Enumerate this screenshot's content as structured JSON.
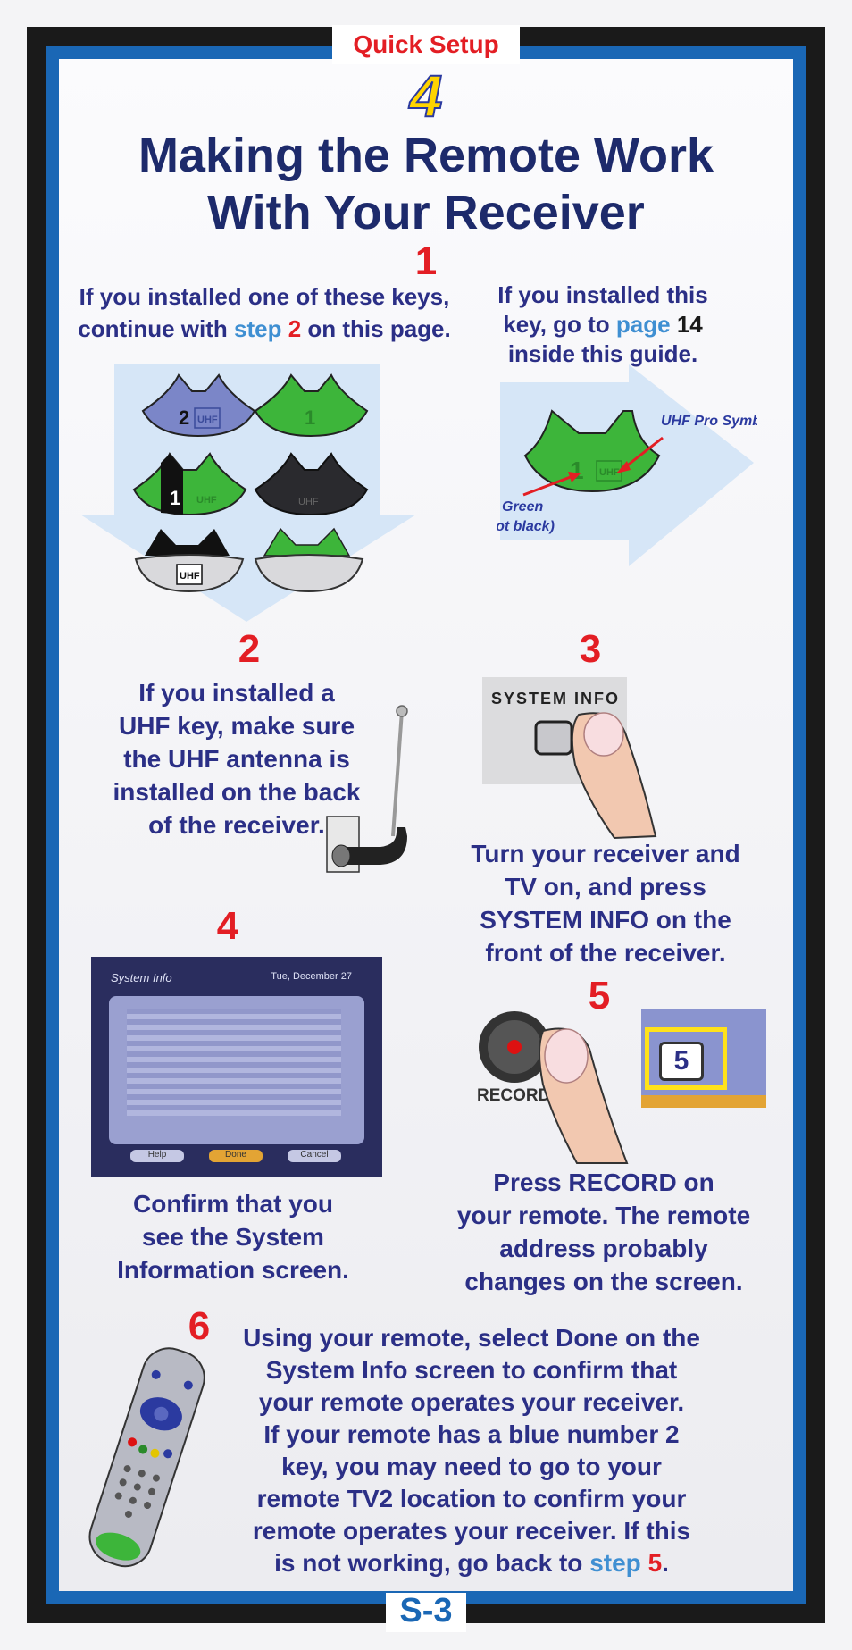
{
  "header": {
    "tab_label": "Quick Setup",
    "step_number": "4",
    "title_line1": "Making the Remote Work",
    "title_line2": "With Your Receiver"
  },
  "step1": {
    "number": "1",
    "left_text_a": "If you installed one of these keys,",
    "left_text_b": "continue with ",
    "left_link_word": "step",
    "left_link_num": "2",
    "left_text_c": " on this page.",
    "right_text_a": "If you installed this",
    "right_text_b": "key, go to ",
    "right_link_word": "page",
    "right_link_num": "14",
    "right_text_c": "inside this guide.",
    "uhf_pro_label": "UHF Pro Symbol",
    "green_label_1": "Green",
    "green_label_2": "(not black)",
    "key_digits": [
      "2",
      "1",
      "1"
    ],
    "key_uhf_text": "UHF"
  },
  "step2": {
    "number": "2",
    "text": [
      "If you installed a",
      "UHF key, make sure",
      "the UHF antenna is",
      "installed on the back",
      "of the receiver."
    ]
  },
  "step3": {
    "number": "3",
    "button_label": "SYSTEM INFO",
    "text": [
      "Turn your receiver and",
      "TV on, and press",
      "SYSTEM INFO on the",
      "front of the receiver."
    ]
  },
  "step4": {
    "number": "4",
    "screen_title": "System Info",
    "screen_date": "Tue, December 27",
    "screen_buttons": [
      "Help",
      "Done",
      "Cancel"
    ],
    "text": [
      "Confirm that you",
      "see the System",
      "Information screen."
    ]
  },
  "step5": {
    "number": "5",
    "record_label": "RECORD",
    "address_digit": "5",
    "text": [
      "Press RECORD on",
      "your remote. The remote",
      "address probably",
      "changes on the screen."
    ]
  },
  "step6": {
    "number": "6",
    "text": [
      "Using your remote, select Done on the",
      "System Info screen to confirm that",
      "your remote operates your receiver.",
      "If your remote has a blue number 2",
      "key, you may need to go to your",
      "remote TV2 location to confirm your",
      "remote operates your receiver. If this"
    ],
    "last_line_a": "is not working, go back to ",
    "last_link_word": "step",
    "last_link_num": "5",
    "last_line_end": "."
  },
  "footer": {
    "page_label": "S-3"
  },
  "colors": {
    "navy": "#2b2f86",
    "red": "#e31e24",
    "blue_frame": "#1a67b5",
    "key_green": "#3db53a",
    "key_purple": "#7b86c8"
  }
}
